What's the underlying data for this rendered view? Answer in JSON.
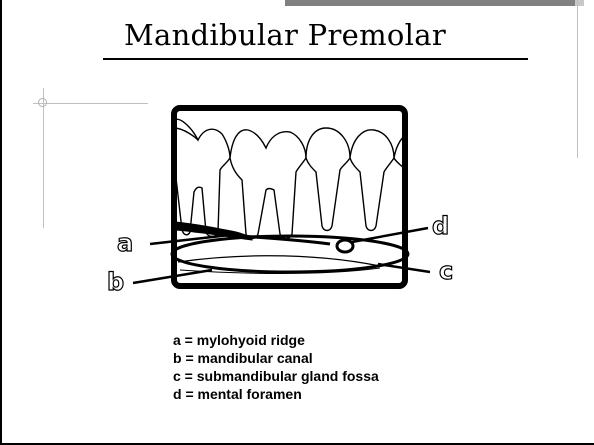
{
  "slide": {
    "title": "Mandibular Premolar"
  },
  "diagram": {
    "labels": {
      "a": "a",
      "b": "b",
      "c": "c",
      "d": "d"
    }
  },
  "legend": {
    "items": [
      "a = mylohyoid ridge",
      "b = mandibular canal",
      "c = submandibular gland fossa",
      "d = mental foramen"
    ]
  },
  "colors": {
    "ink": "#000000",
    "background": "#ffffff",
    "frame_accent": "#808080"
  }
}
